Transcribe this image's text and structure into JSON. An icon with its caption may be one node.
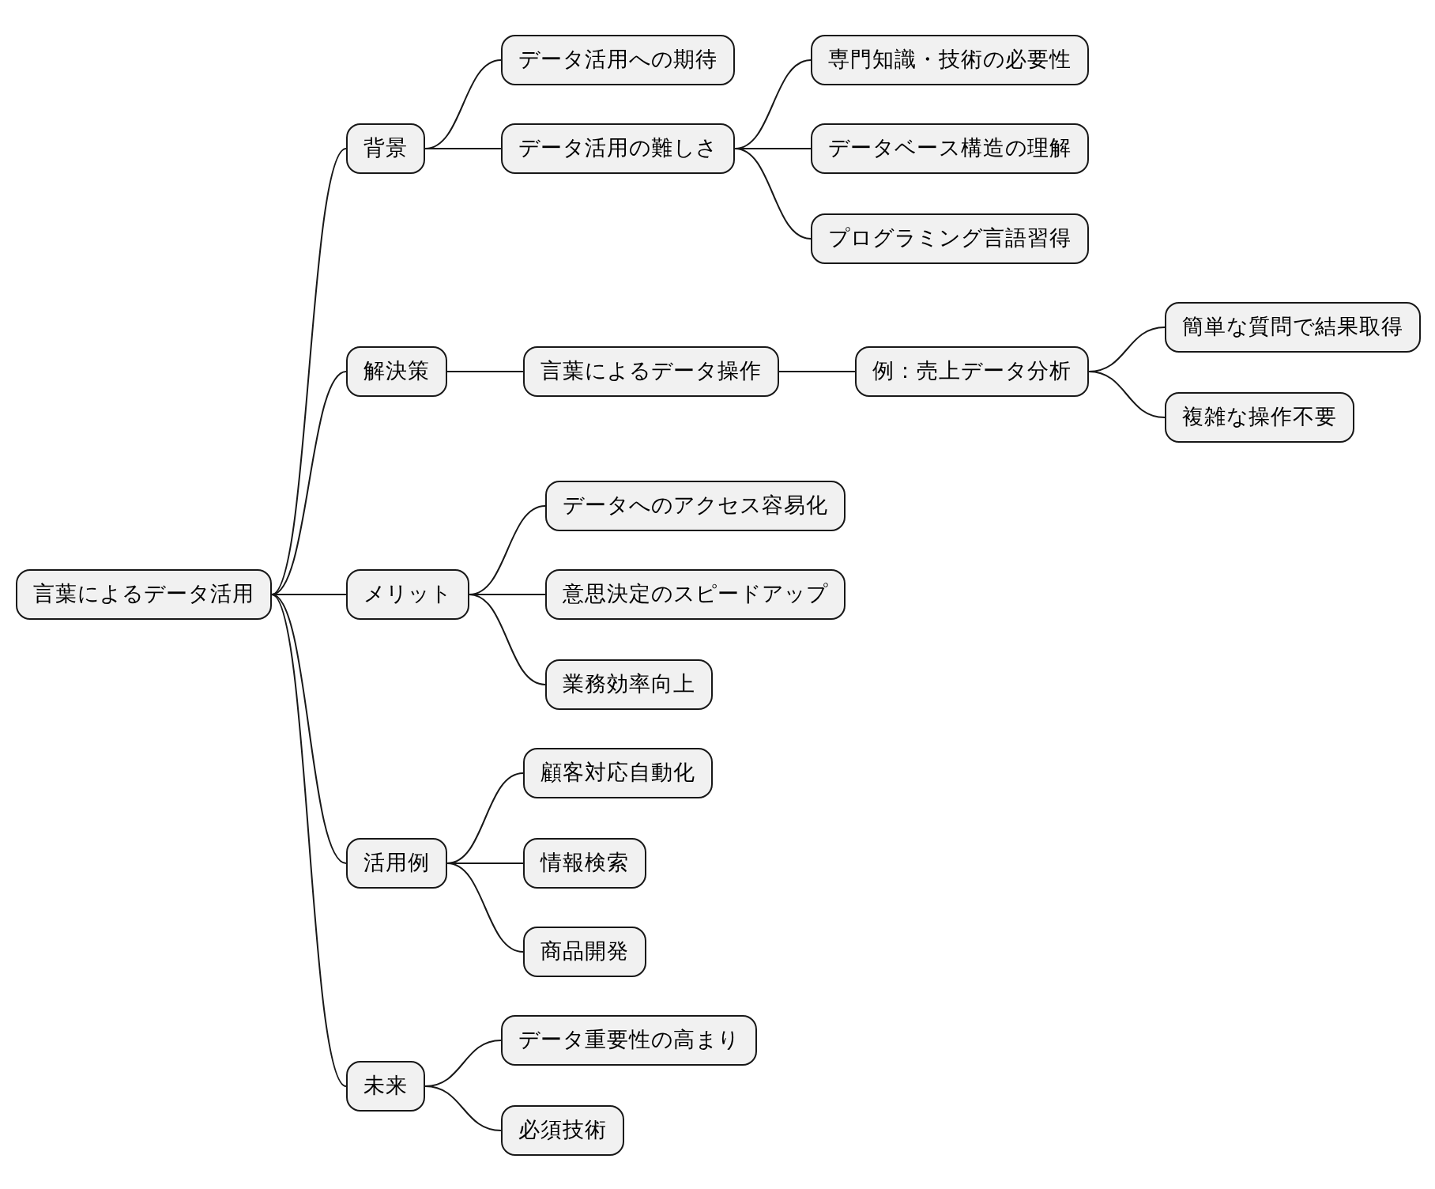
{
  "diagram": {
    "nodes": [
      {
        "text": [
          "言葉によるデータ活用"
        ]
      },
      {
        "text": [
          "背景"
        ]
      },
      {
        "text": [
          "データ活用への期待"
        ]
      },
      {
        "text": [
          "データ活用の難しさ"
        ]
      },
      {
        "text": [
          "専門知識・技術の必要性"
        ]
      },
      {
        "text": [
          "データベース構造の理解"
        ]
      },
      {
        "text": [
          "プログラミング言語習得"
        ]
      },
      {
        "text": [
          "解決策"
        ]
      },
      {
        "text": [
          "言葉によるデータ操作"
        ]
      },
      {
        "text": [
          "例：売上データ分析"
        ]
      },
      {
        "text": [
          "簡単な質問で結果取得"
        ]
      },
      {
        "text": [
          "複雑な操作不要"
        ]
      },
      {
        "text": [
          "メリット"
        ]
      },
      {
        "text": [
          "データへのアクセス容易化"
        ]
      },
      {
        "text": [
          "意思決定のスピードアップ"
        ]
      },
      {
        "text": [
          "業務効率向上"
        ]
      },
      {
        "text": [
          "活用例"
        ]
      },
      {
        "text": [
          "顧客対応自動化"
        ]
      },
      {
        "text": [
          "情報検索"
        ]
      },
      {
        "text": [
          "商品開発"
        ]
      },
      {
        "text": [
          "未来"
        ]
      },
      {
        "text": [
          "データ重要性の高まり"
        ]
      },
      {
        "text": [
          "必須技術"
        ]
      }
    ],
    "edges": [
      {
        "from": 0,
        "to": 1,
        "arrow": "none"
      },
      {
        "from": 1,
        "to": 2,
        "arrow": "none"
      },
      {
        "from": 1,
        "to": 3,
        "arrow": "none"
      },
      {
        "from": 3,
        "to": 4,
        "arrow": "none"
      },
      {
        "from": 3,
        "to": 5,
        "arrow": "none"
      },
      {
        "from": 3,
        "to": 6,
        "arrow": "none"
      },
      {
        "from": 0,
        "to": 7,
        "arrow": "none"
      },
      {
        "from": 7,
        "to": 8,
        "arrow": "none"
      },
      {
        "from": 8,
        "to": 9,
        "arrow": "none"
      },
      {
        "from": 9,
        "to": 10,
        "arrow": "none"
      },
      {
        "from": 9,
        "to": 11,
        "arrow": "none"
      },
      {
        "from": 0,
        "to": 12,
        "arrow": "none"
      },
      {
        "from": 12,
        "to": 13,
        "arrow": "none"
      },
      {
        "from": 12,
        "to": 14,
        "arrow": "none"
      },
      {
        "from": 12,
        "to": 15,
        "arrow": "none"
      },
      {
        "from": 0,
        "to": 16,
        "arrow": "none"
      },
      {
        "from": 16,
        "to": 17,
        "arrow": "none"
      },
      {
        "from": 16,
        "to": 18,
        "arrow": "none"
      },
      {
        "from": 16,
        "to": 19,
        "arrow": "none"
      },
      {
        "from": 0,
        "to": 20,
        "arrow": "none"
      },
      {
        "from": 20,
        "to": 21,
        "arrow": "none"
      },
      {
        "from": 20,
        "to": 22,
        "arrow": "none"
      }
    ]
  }
}
